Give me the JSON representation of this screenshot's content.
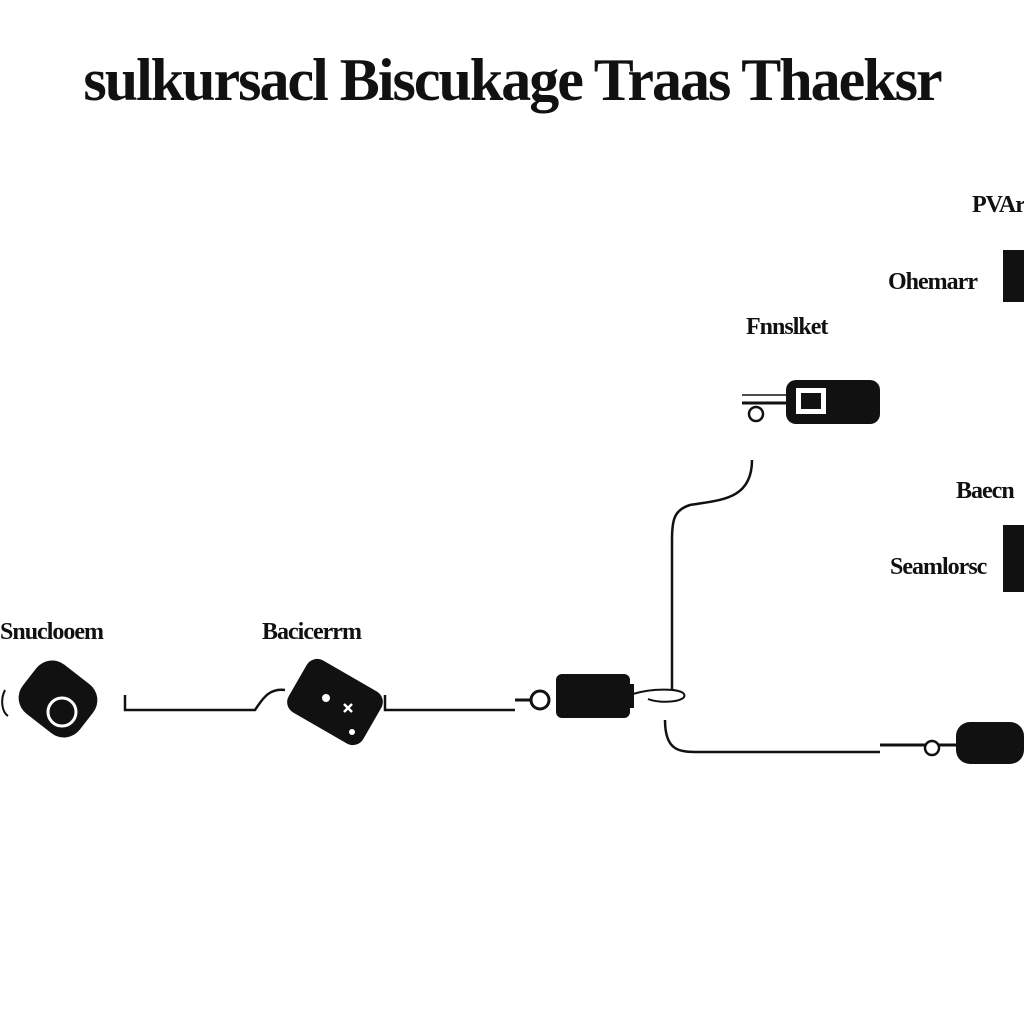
{
  "title": "sulkursacl Biscukage Traas Thaeksr",
  "labels": {
    "top_right": "PVAr",
    "ohemarr": "Ohemarr",
    "fnnslket": "Fnnslket",
    "baecn": "Baecn",
    "seamlorsc": "Seamlorsc",
    "snuclooem": "Snuclooem",
    "bacicerrm": "Bacicerrm"
  },
  "colors": {
    "ink": "#111111",
    "paper": "#ffffff"
  },
  "icons": [
    "remote-key-icon",
    "remote-key-icon",
    "plug-icon",
    "key-fob-icon",
    "plug-icon"
  ]
}
